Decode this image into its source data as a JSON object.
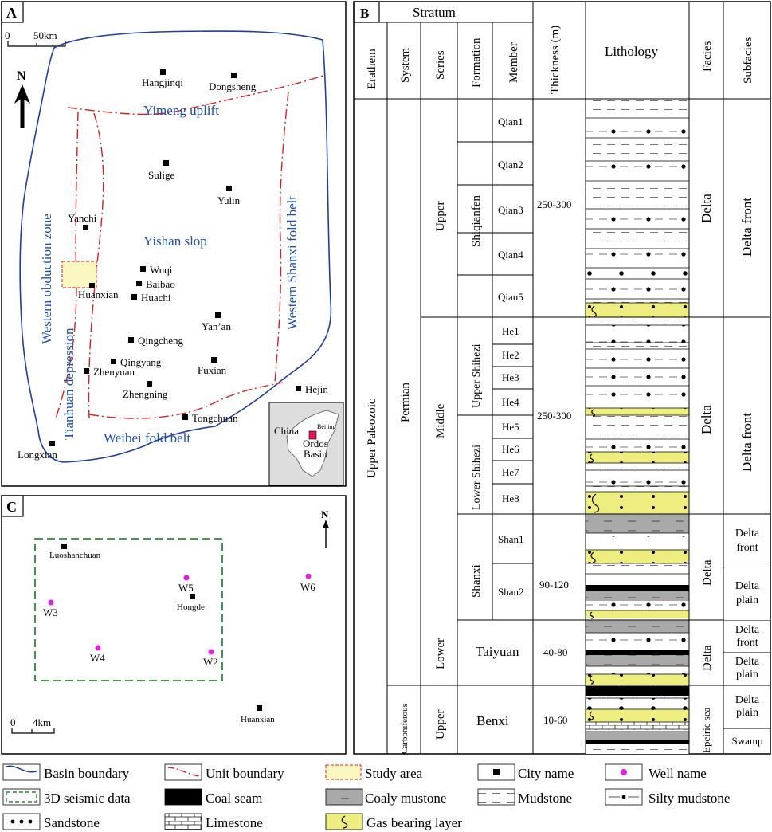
{
  "panelA": {
    "label": "A",
    "scale": {
      "zero": "0",
      "value": "50km"
    },
    "north": "N",
    "cities": [
      "Hangjinqi",
      "Dongsheng",
      "Sulige",
      "Yulin",
      "Yanchi",
      "Wuqi",
      "Baibao",
      "Huanxian",
      "Huachi",
      "Yan’an",
      "Qingcheng",
      "Qingyang",
      "Zhenyuan",
      "Fuxian",
      "Zhengning",
      "Hejin",
      "Tongchuan",
      "Longxian"
    ],
    "units": {
      "yimeng": "Yimeng uplift",
      "yishan": "Yishan slop",
      "western_obduction": "Western obduction zone",
      "tianhuan": "Tianhuan depression",
      "western_shanxi": "Western Shanxi fold belt",
      "weibei": "Weibei fold belt"
    },
    "inset": {
      "china": "China",
      "beijing": "Beijing",
      "ordos": "Ordos",
      "basin": "Basin"
    }
  },
  "panelB": {
    "label": "B",
    "headers": {
      "stratum": "Stratum",
      "erathem": "Erathem",
      "system": "System",
      "series": "Series",
      "formation": "Formation",
      "member": "Member",
      "thickness": "Thickness (m)",
      "lithology": "Lithology",
      "facies": "Facies",
      "subfacies": "Subfacies"
    },
    "erathem": "Upper Paleozoic",
    "systems": [
      "Permian",
      "Carboniferous"
    ],
    "series": [
      "Upper",
      "Middle",
      "Lower",
      "Upper"
    ],
    "formations": [
      "Shiqianfen",
      "Upper Shihezi",
      "Lower Shihezi",
      "Shanxi",
      "Taiyuan",
      "Benxi"
    ],
    "members": [
      "Qian1",
      "Qian2",
      "Qian3",
      "Qian4",
      "Qian5",
      "He1",
      "He2",
      "He3",
      "He4",
      "He5",
      "He6",
      "He7",
      "He8",
      "Shan1",
      "Shan2"
    ],
    "thickness": [
      "250-300",
      "250-300",
      "90-120",
      "40-80",
      "10-60"
    ],
    "facies": [
      "Delta",
      "Delta",
      "Delta",
      "Delta",
      "Epeiric sea"
    ],
    "subfacies": [
      "Delta front",
      "Delta front",
      "Delta front",
      "Delta plain",
      "Delta front",
      "Delta plain",
      "Delta plain",
      "Swamp"
    ]
  },
  "panelC": {
    "label": "C",
    "north": "N",
    "scale": {
      "zero": "0",
      "value": "4km"
    },
    "cities": [
      "Luoshanchuan",
      "Hongde",
      "Huanxian"
    ],
    "wells": [
      "W5",
      "W6",
      "W3",
      "W4",
      "W2"
    ]
  },
  "legend": {
    "basin_boundary": "Basin boundary",
    "unit_boundary": "Unit boundary",
    "study_area": "Study area",
    "city_name": "City name",
    "well_name": "Well name",
    "seismic": "3D seismic data",
    "coal": "Coal seam",
    "coaly": "Coaly mustone",
    "mudstone": "Mudstone",
    "silty": "Silty mudstone",
    "sandstone": "Sandstone",
    "limestone": "Limestone",
    "gas": "Gas bearing layer"
  },
  "colors": {
    "boundary": "#1f3f9e",
    "unit": "#d62020",
    "study": "#fbf7c0",
    "gas": "#eeee80",
    "coaly": "#a9a9a9",
    "well": "#e020e0",
    "seismic": "#2a8a3a"
  }
}
